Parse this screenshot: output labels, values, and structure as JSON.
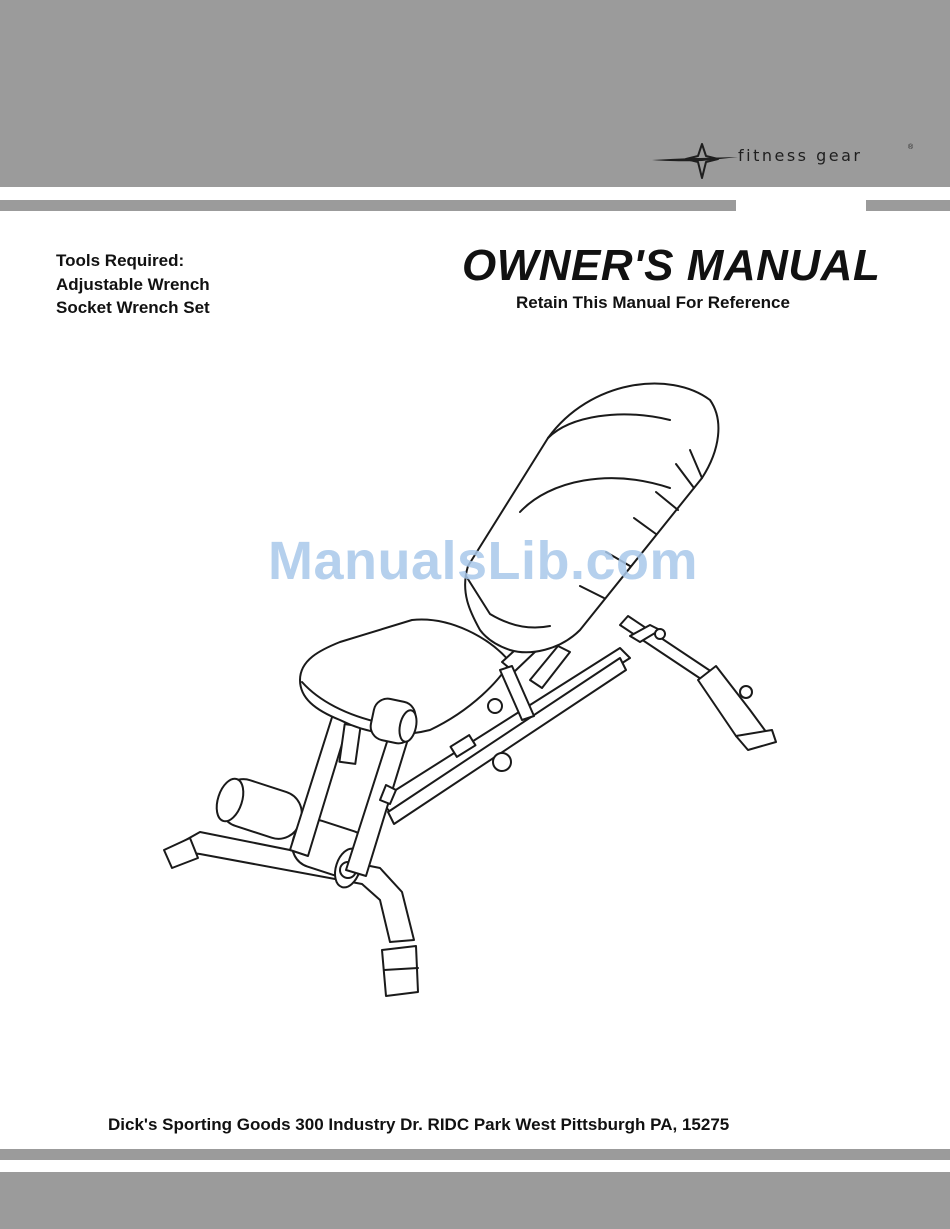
{
  "brand": {
    "name": "fitness gear",
    "registered": "®",
    "logo_icon": "star-swoosh-icon"
  },
  "tools": {
    "heading": "Tools Required:",
    "items": [
      "Adjustable Wrench",
      "Socket Wrench Set"
    ]
  },
  "title": "OWNER'S MANUAL",
  "subtitle": "Retain This Manual For Reference",
  "illustration": {
    "subject": "bench-illustration"
  },
  "watermark": "ManualsLib.com",
  "footer": {
    "address": "Dick's Sporting Goods 300 Industry Dr. RIDC Park West Pittsburgh PA, 15275"
  },
  "colors": {
    "band": "#9b9b9b",
    "text": "#111111",
    "watermark": "#a9c8ea"
  }
}
